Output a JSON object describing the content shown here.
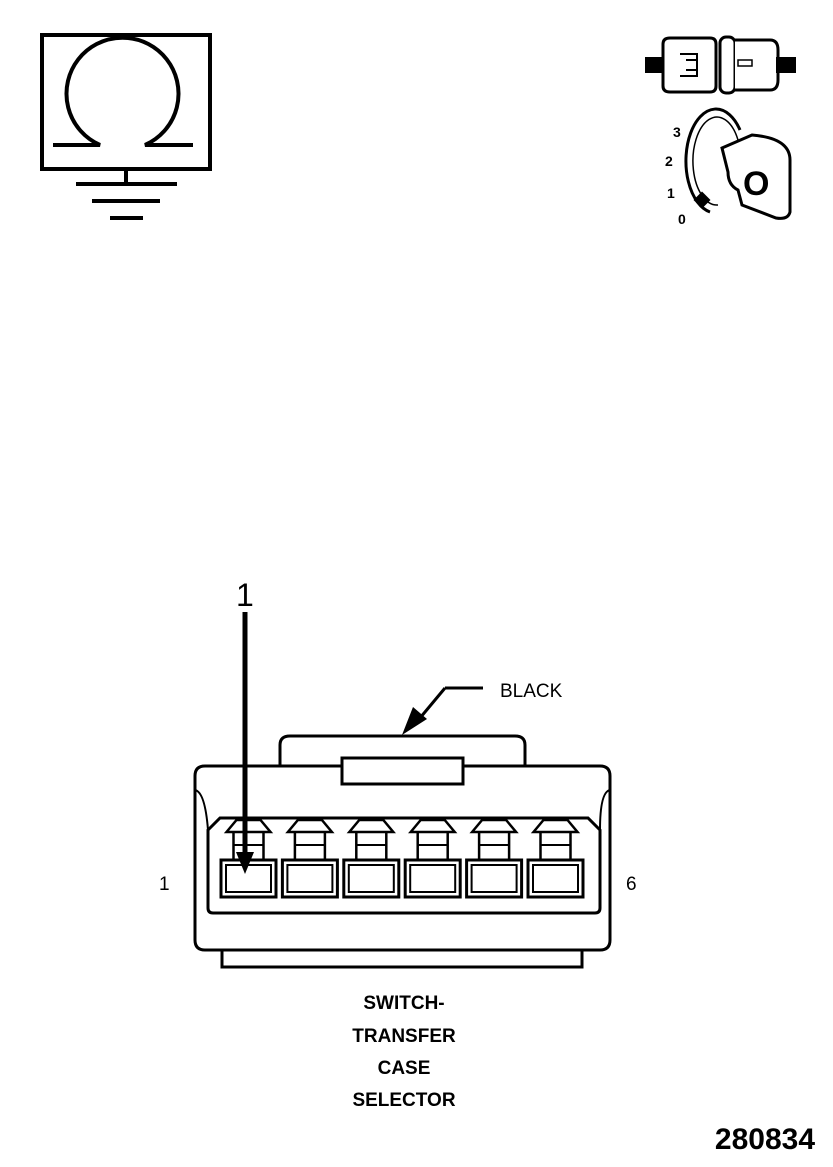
{
  "symbols": {
    "ohmmeter_icon": "ohmmeter-ground-icon",
    "connector_disconnect_icon": "connector-disconnect-icon",
    "ignition_key_icon": "ignition-key-icon"
  },
  "ignition": {
    "positions": [
      "3",
      "2",
      "1",
      "0"
    ],
    "key_letter": "O"
  },
  "connector": {
    "callout": "1",
    "color_label": "BLACK",
    "pin_first": "1",
    "pin_last": "6",
    "cavity_count": 6,
    "name_lines": [
      "SWITCH-",
      "TRANSFER",
      "CASE",
      "SELECTOR"
    ]
  },
  "figure_number": "280834"
}
